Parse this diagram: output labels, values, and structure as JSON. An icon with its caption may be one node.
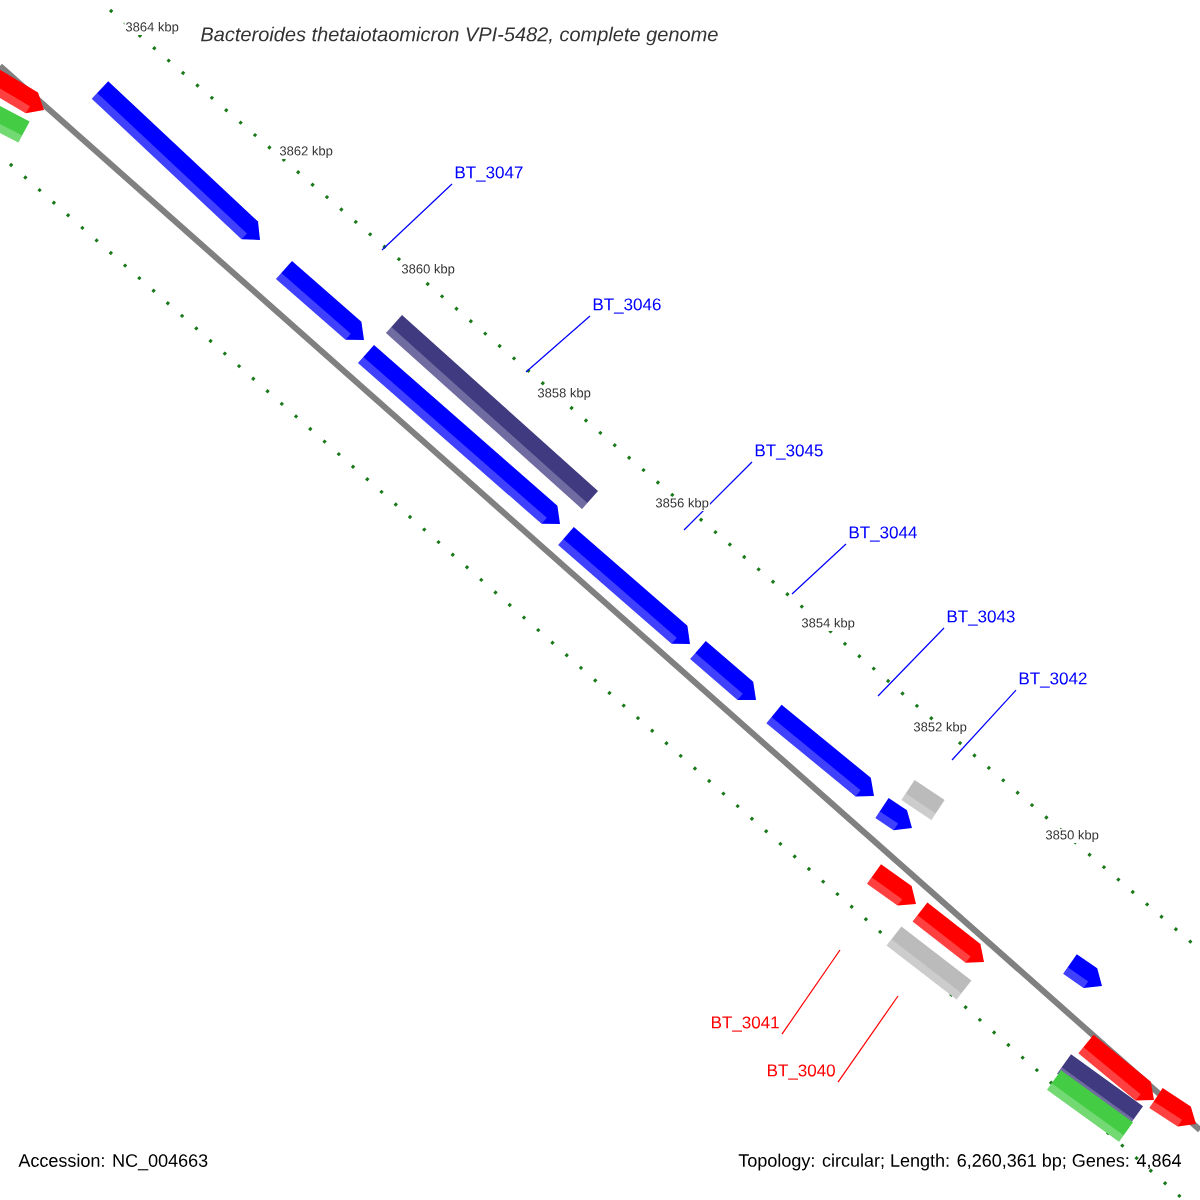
{
  "diagram": {
    "title": "Bacteroides thetaiotaomicron VPI-5482, complete genome",
    "nodes": [
      {
        "text": [
          "BT_3047"
        ]
      },
      {
        "text": [
          "BT_3046"
        ]
      },
      {
        "text": [
          "BT_3045"
        ]
      },
      {
        "text": [
          "BT_3044"
        ]
      },
      {
        "text": [
          "BT_3043"
        ]
      },
      {
        "text": [
          "BT_3042"
        ]
      },
      {
        "text": [
          "BT_3041"
        ]
      },
      {
        "text": [
          "BT_3040"
        ]
      }
    ],
    "edges": [
      {
        "from": 0,
        "to": null,
        "arrow": "none"
      },
      {
        "from": 1,
        "to": null,
        "arrow": "none"
      },
      {
        "from": 2,
        "to": null,
        "arrow": "none"
      },
      {
        "from": 3,
        "to": null,
        "arrow": "none"
      },
      {
        "from": 4,
        "to": null,
        "arrow": "none"
      },
      {
        "from": 5,
        "to": null,
        "arrow": "none"
      },
      {
        "from": 6,
        "to": null,
        "arrow": "none",
        "color": "#ff0000"
      },
      {
        "from": 7,
        "to": null,
        "arrow": "none",
        "color": "#ff0000"
      }
    ],
    "labels": [
      "3864 kbp",
      "3862 kbp",
      "3860 kbp",
      "3858 kbp",
      "3856 kbp",
      "3854 kbp",
      "3852 kbp",
      "3850 kbp",
      "Accession: NC_004663",
      "Topology: circular; Length: 6,260,361 bp; Genes: 4,864"
    ]
  }
}
